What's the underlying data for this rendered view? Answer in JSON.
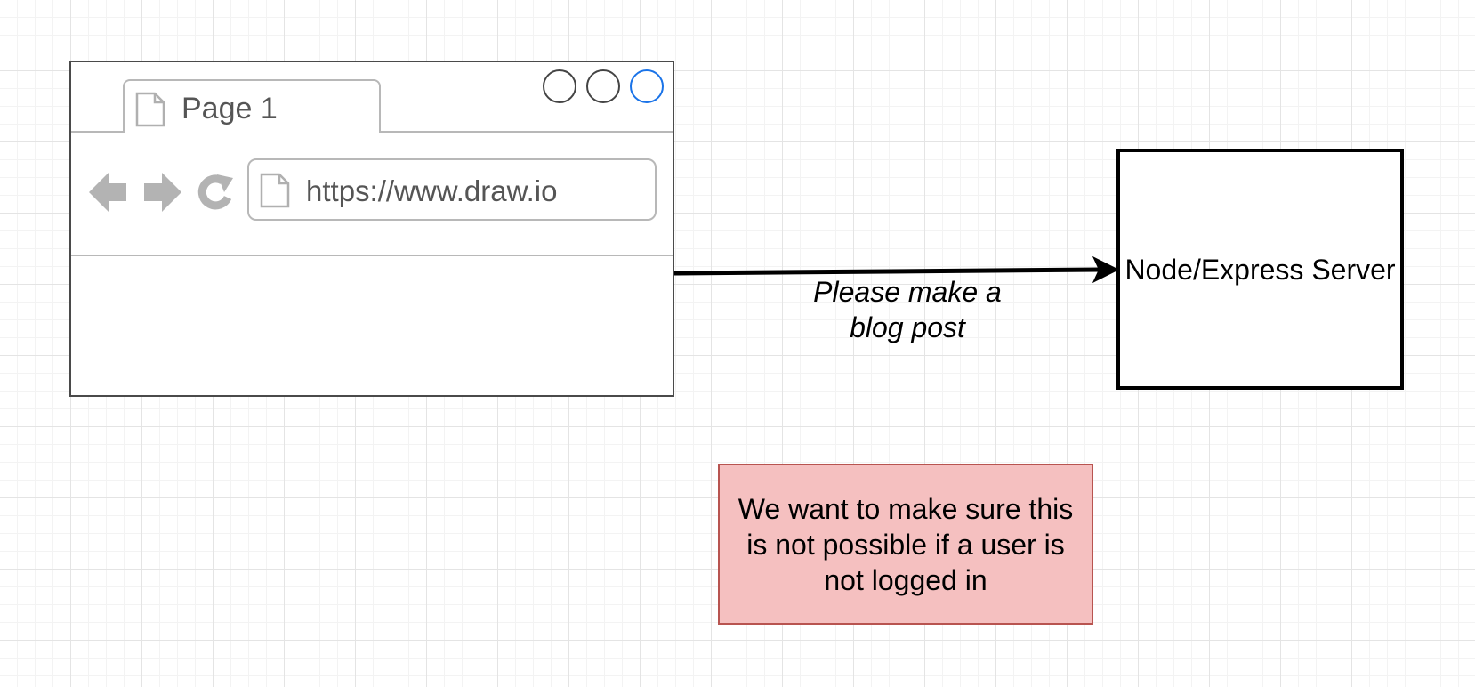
{
  "browser_mockup": {
    "tab_title": "Page 1",
    "url": "https://www.draw.io",
    "icons": [
      "page-icon",
      "back-arrow-icon",
      "forward-arrow-icon",
      "reload-icon"
    ],
    "window_button_accent": "#1a73e8"
  },
  "edge": {
    "label": "Please make a blog post"
  },
  "server": {
    "label": "Node/Express Server"
  },
  "note": {
    "label": "We want to make sure this is not possible if a user is not logged in",
    "fill": "#f5c0c0",
    "border": "#b85450"
  }
}
